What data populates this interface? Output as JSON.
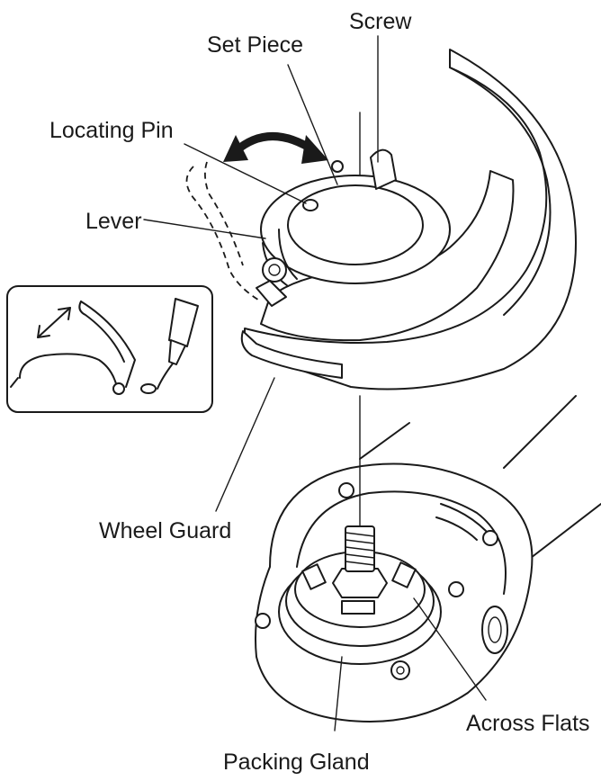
{
  "labels": {
    "screw": "Screw",
    "set_piece": "Set Piece",
    "locating_pin": "Locating Pin",
    "lever": "Lever",
    "wheel_guard": "Wheel Guard",
    "across_flats": "Across Flats",
    "packing_gland": "Packing Gland"
  },
  "colors": {
    "ink": "#1a1a1a",
    "background": "#ffffff",
    "shade": "#d9d9d9"
  },
  "icons": {
    "rotation_arrow": "double-headed-curved-arrow",
    "inset_arrow": "double-headed-straight-arrow",
    "grease_tube": "grease-tube-icon"
  }
}
